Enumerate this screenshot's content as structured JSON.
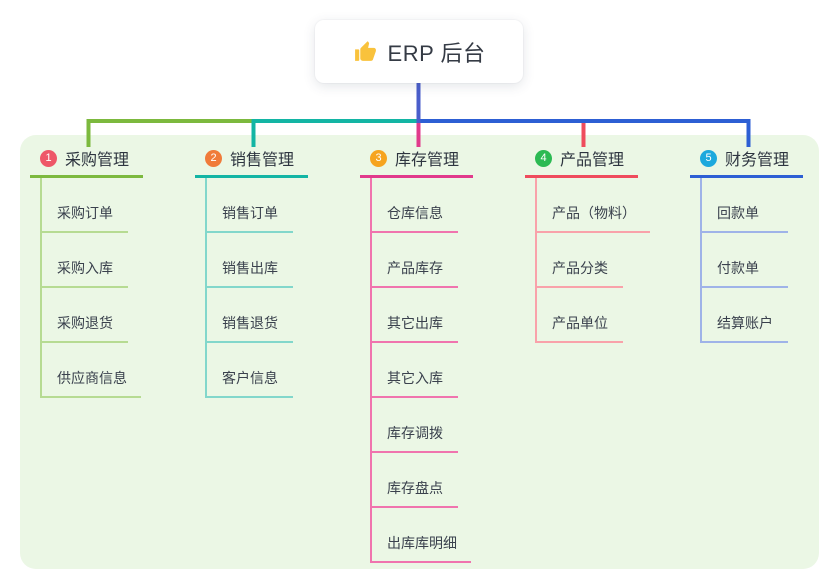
{
  "root": {
    "title": "ERP 后台",
    "icon": "thumbs-up-icon",
    "icon_color": "#f9c23c"
  },
  "colors": {
    "panel_bg": "#ebf7e5",
    "root_connector": "#4a5ecb",
    "text_dark": "#2e3540",
    "text_item": "#3a414d"
  },
  "branches": [
    {
      "index": "1",
      "label": "采购管理",
      "badge_color": "#ee5768",
      "line_color": "#7cb93e",
      "sub_line_color": "#b6db92",
      "children": [
        "采购订单",
        "采购入库",
        "采购退货",
        "供应商信息"
      ]
    },
    {
      "index": "2",
      "label": "销售管理",
      "badge_color": "#f07b3a",
      "line_color": "#13b5a4",
      "sub_line_color": "#82d7cb",
      "children": [
        "销售订单",
        "销售出库",
        "销售退货",
        "客户信息"
      ]
    },
    {
      "index": "3",
      "label": "库存管理",
      "badge_color": "#f6a41f",
      "line_color": "#e13a8c",
      "sub_line_color": "#f074ae",
      "children": [
        "仓库信息",
        "产品库存",
        "其它出库",
        "其它入库",
        "库存调拨",
        "库存盘点",
        "出库库明细"
      ]
    },
    {
      "index": "4",
      "label": "产品管理",
      "badge_color": "#2cba53",
      "line_color": "#ef4c5d",
      "sub_line_color": "#f9a2aa",
      "children": [
        "产品（物料）",
        "产品分类",
        "产品单位"
      ]
    },
    {
      "index": "5",
      "label": "财务管理",
      "badge_color": "#1ca9dd",
      "line_color": "#2d5fd4",
      "sub_line_color": "#9fb3e8",
      "children": [
        "回款单",
        "付款单",
        "结算账户"
      ]
    }
  ]
}
